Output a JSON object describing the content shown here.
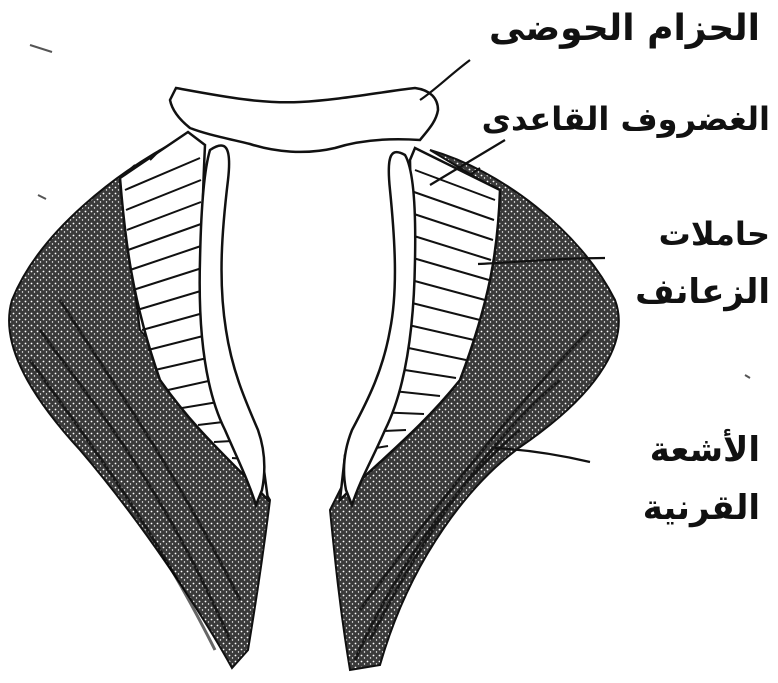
{
  "labels": {
    "pelvic_girdle": "الحزام الحوضى",
    "basal_cartilage": "الغضروف القاعدى",
    "fin_ray_supports_line1": "حاملات",
    "fin_ray_supports_line2": "الزعانف",
    "ceratotrichia_line1": "الأشعة",
    "ceratotrichia_line2": "القرنية"
  },
  "colors": {
    "ink": "#111111",
    "paper": "#ffffff"
  }
}
